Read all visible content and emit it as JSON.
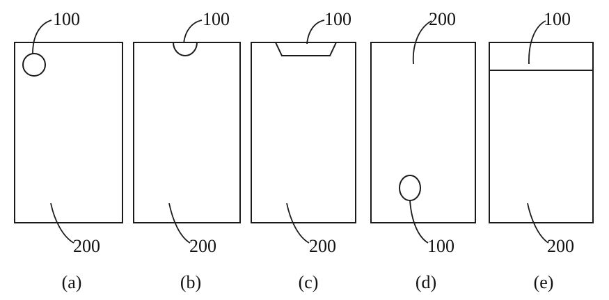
{
  "panels": [
    {
      "caption": "(a)",
      "top_label": "100",
      "bottom_label": "200"
    },
    {
      "caption": "(b)",
      "top_label": "100",
      "bottom_label": "200"
    },
    {
      "caption": "(c)",
      "top_label": "100",
      "bottom_label": "200"
    },
    {
      "caption": "(d)",
      "top_label": "200",
      "bottom_label": "100"
    },
    {
      "caption": "(e)",
      "top_label": "100",
      "bottom_label": "200"
    }
  ]
}
